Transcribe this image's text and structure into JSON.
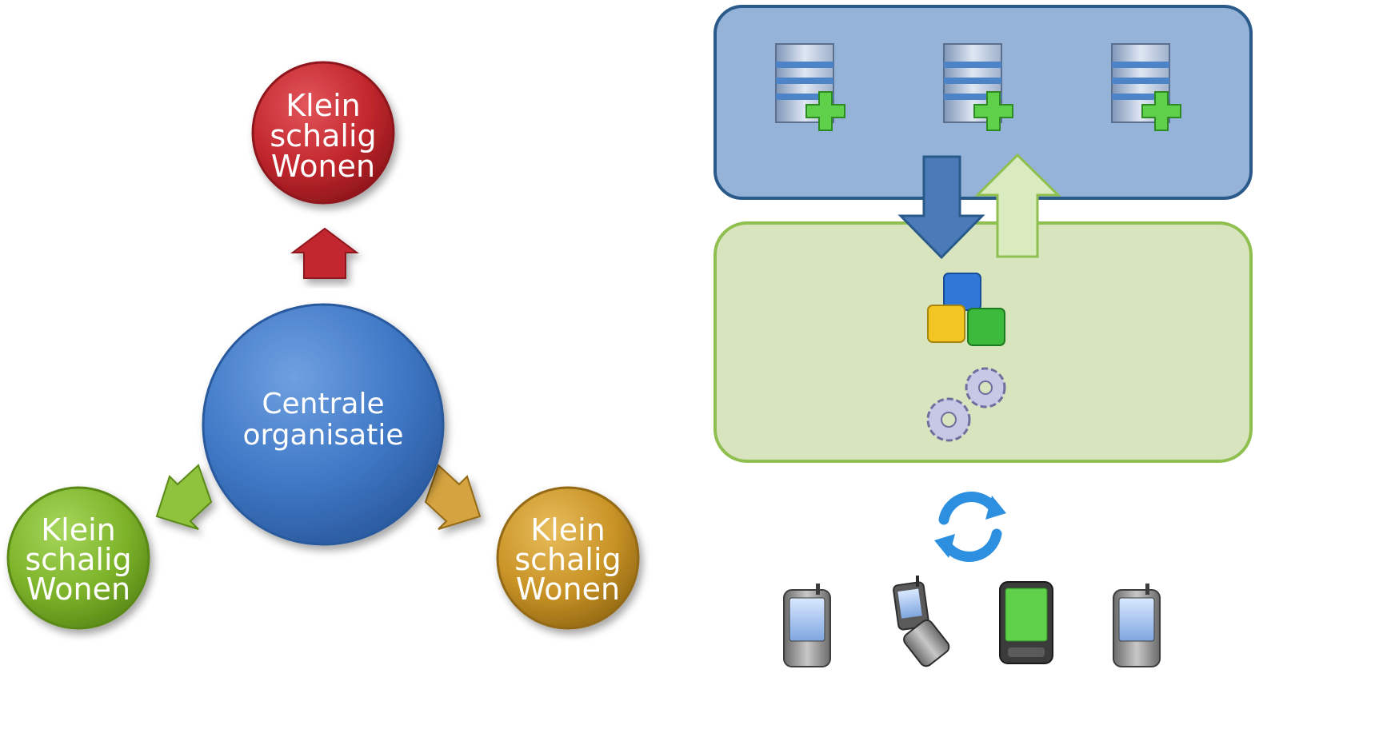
{
  "left_diagram": {
    "center": {
      "label_line1": "Centrale",
      "label_line2": "organisatie",
      "color": "#3f78c6"
    },
    "satellites": [
      {
        "id": "top",
        "lines": [
          "Klein",
          "schalig",
          "Wonen"
        ],
        "color": "#c2272d"
      },
      {
        "id": "left",
        "lines": [
          "Klein",
          "schalig",
          "Wonen"
        ],
        "color": "#7eb42a"
      },
      {
        "id": "right",
        "lines": [
          "Klein",
          "schalig",
          "Wonen"
        ],
        "color": "#c99326"
      }
    ]
  },
  "right_diagram": {
    "server_panel": {
      "fill": "#95b2d9",
      "border": "#2a5a8a",
      "server_count": 3,
      "icon": "database-server-plus-icon"
    },
    "app_panel": {
      "fill": "#d7e4bd",
      "border": "#8fbf4f",
      "icons": [
        "cubes-icon",
        "gears-icon"
      ]
    },
    "arrows": [
      {
        "direction": "down",
        "color": "#4a7ab8"
      },
      {
        "direction": "up",
        "color": "#d9ebbf"
      }
    ],
    "sync_icon": "sync-icon",
    "devices": [
      "pda-icon",
      "flip-phone-icon",
      "smartphone-icon",
      "pda-icon"
    ]
  }
}
